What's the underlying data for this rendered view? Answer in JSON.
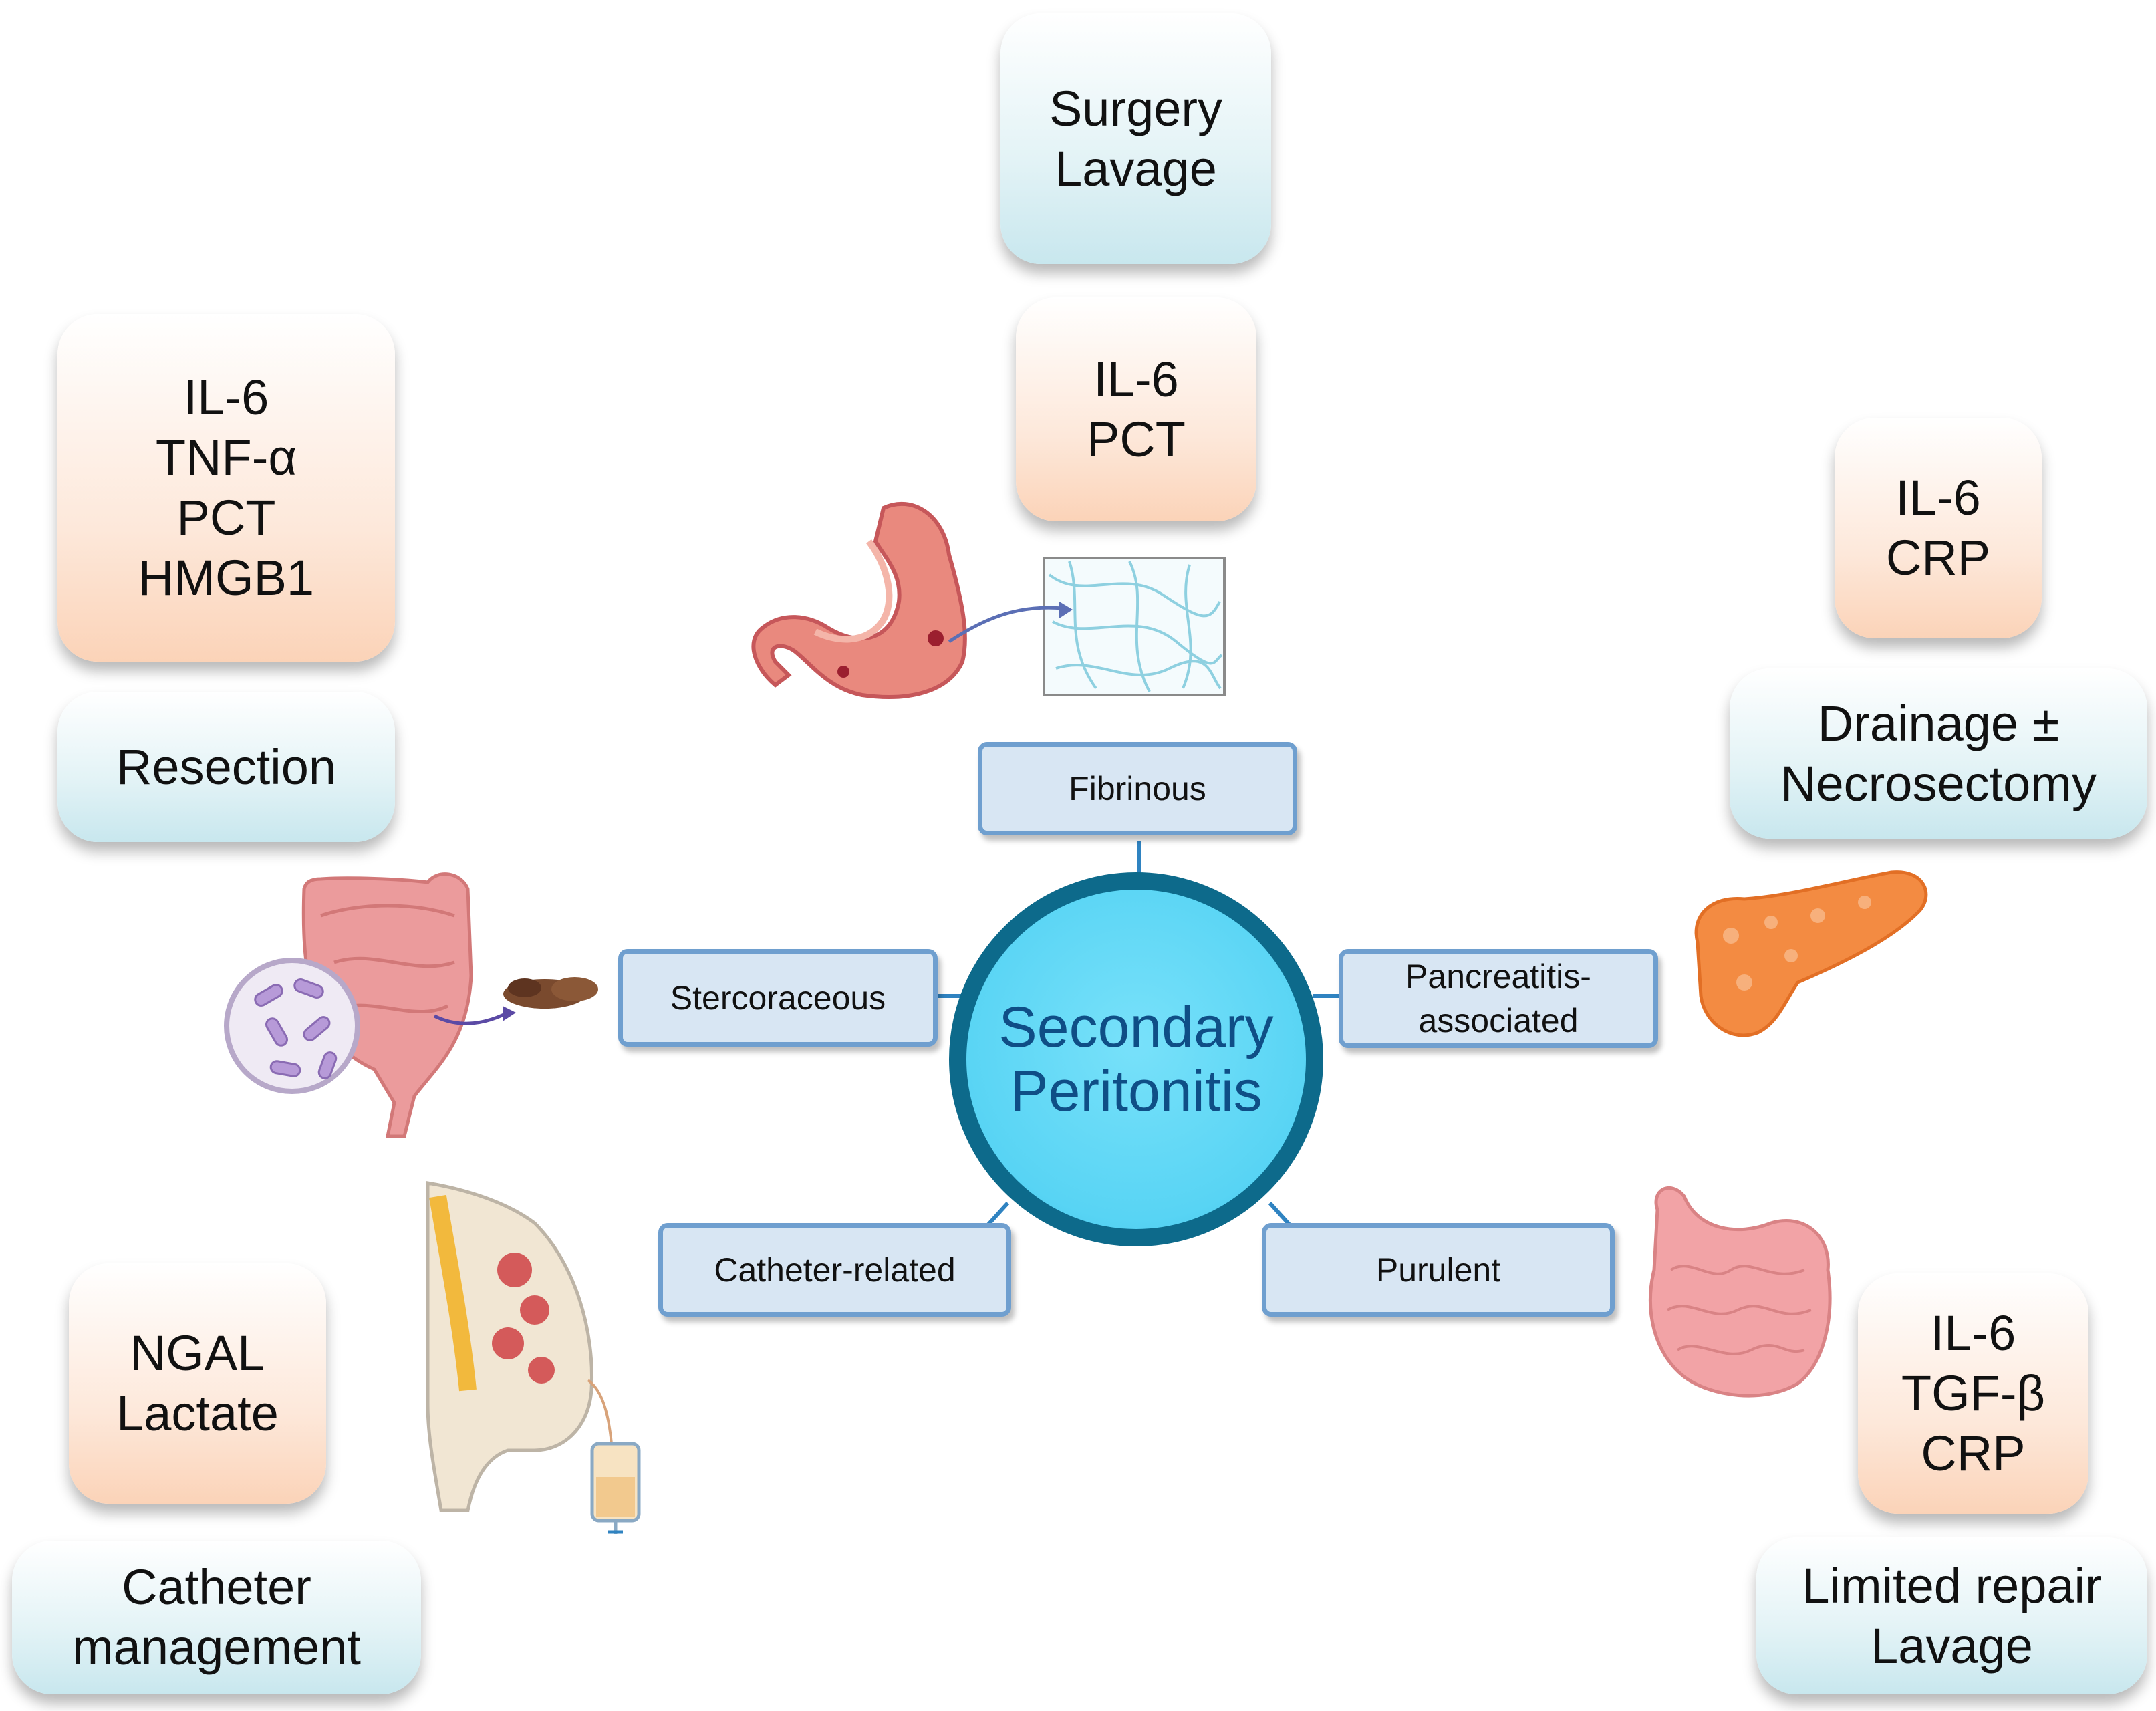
{
  "center": {
    "line1": "Secondary",
    "line2": "Peritonitis"
  },
  "types": {
    "fibrinous": "Fibrinous",
    "stercoraceous": "Stercoraceous",
    "pancreatitis": {
      "line1": "Pancreatitis-",
      "line2": "associated"
    },
    "catheter": "Catheter-related",
    "purulent": "Purulent"
  },
  "biomarkers": {
    "fibrinous": [
      "IL-6",
      "PCT"
    ],
    "stercoraceous": [
      "IL-6",
      "TNF-α",
      "PCT",
      "HMGB1"
    ],
    "pancreatitis": [
      "IL-6",
      "CRP"
    ],
    "catheter": [
      "NGAL",
      "Lactate"
    ],
    "purulent": [
      "IL-6",
      "TGF-β",
      "CRP"
    ]
  },
  "treatments": {
    "fibrinous": [
      "Surgery",
      "Lavage"
    ],
    "stercoraceous": [
      "Resection"
    ],
    "pancreatitis": [
      "Drainage ±",
      "Necrosectomy"
    ],
    "catheter": [
      "Catheter",
      "management"
    ],
    "purulent": [
      "Limited repair",
      "Lavage"
    ]
  },
  "colors": {
    "biomarker_box": "#fbd3b8",
    "treatment_box": "#c8e7ee",
    "type_box": "#d8e6f3",
    "type_border": "#6f9fcf",
    "center_fill": "#58d4f4",
    "center_ring": "#0d6a8b",
    "center_text": "#0f4e86",
    "connector": "#2f83c1"
  },
  "illustrations": [
    "stomach-icon",
    "fibrin-mesh-icon",
    "colon-icon",
    "bacteria-icon",
    "feces-icon",
    "pancreas-icon",
    "small-intestine-icon",
    "abdomen-catheter-icon",
    "drainage-bag-icon"
  ]
}
